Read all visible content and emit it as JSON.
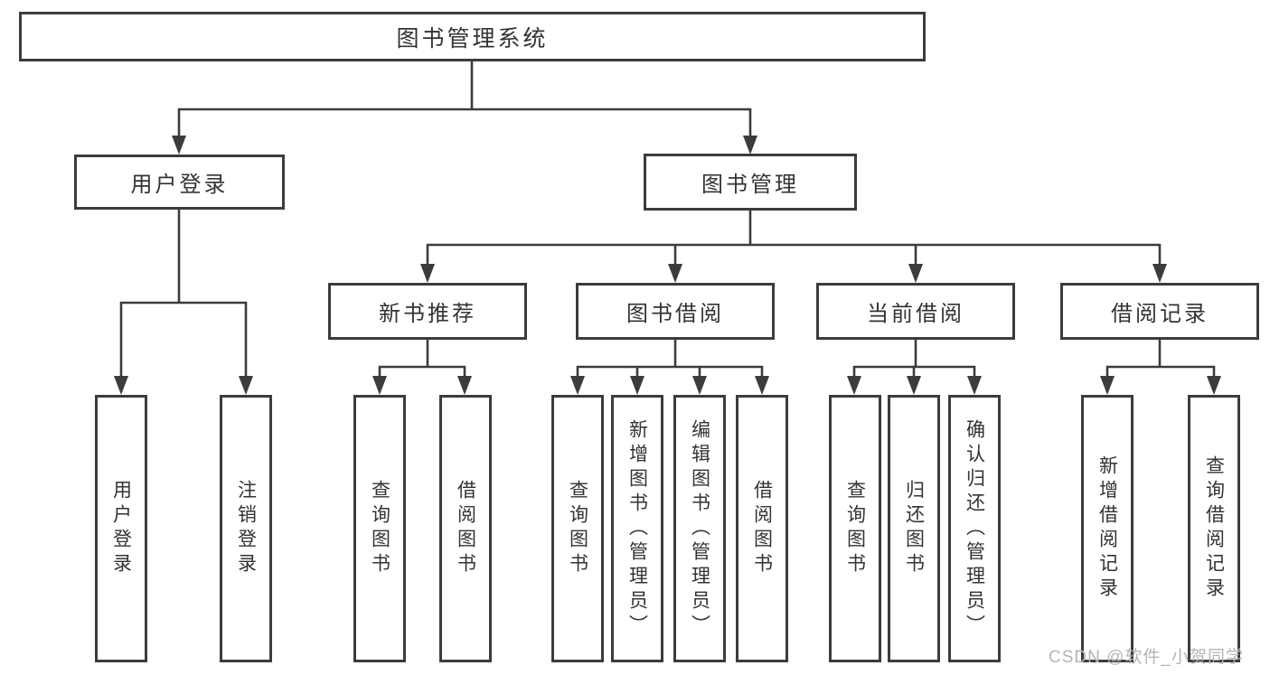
{
  "diagram": {
    "root": "图书管理系统",
    "level2": {
      "user_login": "用户登录",
      "book_mgmt": "图书管理"
    },
    "level3": {
      "new_books": "新书推荐",
      "book_borrow": "图书借阅",
      "current_borrow": "当前借阅",
      "borrow_records": "借阅记录"
    },
    "leaves": {
      "login": [
        "用户登录",
        "注销登录"
      ],
      "new_books": [
        "查询图书",
        "借阅图书"
      ],
      "book_borrow": [
        "查询图书",
        "新增图书（管理员）",
        "编辑图书（管理员）",
        "借阅图书"
      ],
      "current_borrow": [
        "查询图书",
        "归还图书",
        "确认归还（管理员）"
      ],
      "borrow_records": [
        "新增借阅记录",
        "查询借阅记录"
      ]
    }
  },
  "colors": {
    "line": "#3c3c3c",
    "text": "#333333",
    "watermark": "#b5b5b5"
  },
  "watermark": "CSDN @软件_小贺同学"
}
